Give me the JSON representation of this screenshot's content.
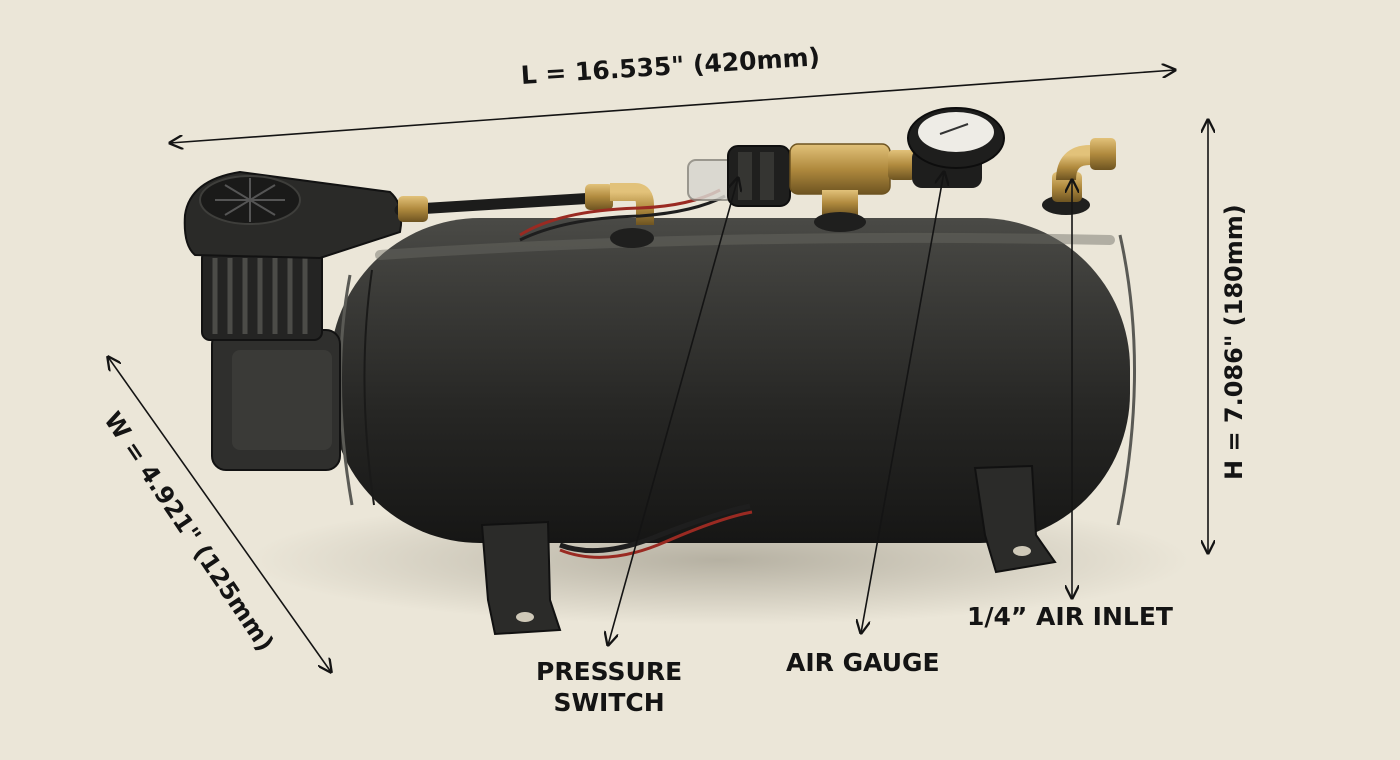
{
  "dimensions": {
    "length": "L = 16.535\" (420mm)",
    "height": "H = 7.086\" (180mm)",
    "width": "W = 4.921\" (125mm)"
  },
  "callouts": {
    "pressure_switch_line1": "PRESSURE",
    "pressure_switch_line2": "SWITCH",
    "air_gauge": "AIR GAUGE",
    "air_inlet": "1/4” AIR INLET"
  },
  "colors": {
    "background": "#ebe6d8",
    "tank": "#2a2a28",
    "brass": "#b08a3e",
    "text": "#141414"
  }
}
